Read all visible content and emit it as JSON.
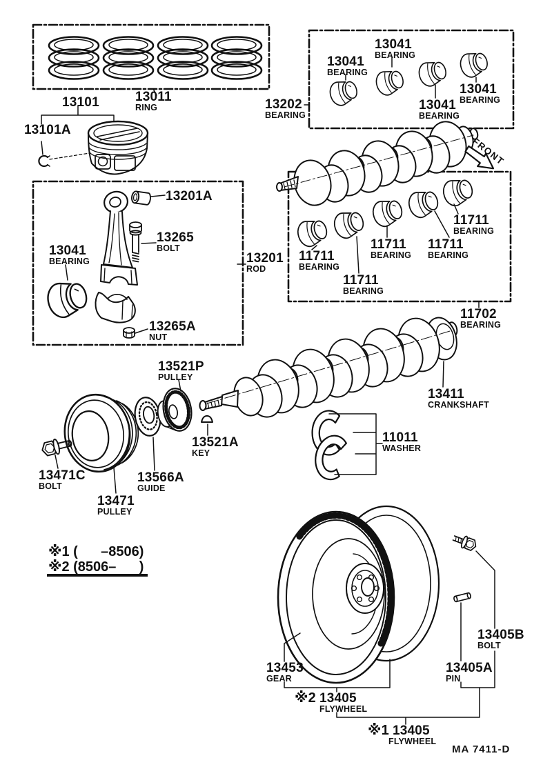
{
  "diagram": {
    "front_marker": "FRONT",
    "footer_code": "MA  7411-D",
    "legend": {
      "line1": "※1 (      –8506)",
      "line2": "※2 (8506–      )"
    },
    "labels": [
      {
        "part": "13101",
        "caption": ""
      },
      {
        "part": "13011",
        "caption": "RING"
      },
      {
        "part": "13101A",
        "caption": ""
      },
      {
        "part": "13202",
        "caption": "BEARING"
      },
      {
        "part": "13041",
        "caption": "BEARING"
      },
      {
        "part": "13041",
        "caption": "BEARING"
      },
      {
        "part": "13041",
        "caption": "BEARING"
      },
      {
        "part": "13041",
        "caption": "BEARING"
      },
      {
        "part": "11711",
        "caption": "BEARING"
      },
      {
        "part": "11711",
        "caption": "BEARING"
      },
      {
        "part": "11711",
        "caption": "BEARING"
      },
      {
        "part": "11711",
        "caption": "BEARING"
      },
      {
        "part": "11711",
        "caption": "BEARING"
      },
      {
        "part": "11702",
        "caption": "BEARING"
      },
      {
        "part": "13201A",
        "caption": ""
      },
      {
        "part": "13265",
        "caption": "BOLT"
      },
      {
        "part": "13041",
        "caption": "BEARING"
      },
      {
        "part": "13265A",
        "caption": "NUT"
      },
      {
        "part": "13201",
        "caption": "ROD"
      },
      {
        "part": "13521P",
        "caption": "PULLEY"
      },
      {
        "part": "13521A",
        "caption": "KEY"
      },
      {
        "part": "13566A",
        "caption": "GUIDE"
      },
      {
        "part": "13471",
        "caption": "PULLEY"
      },
      {
        "part": "13471C",
        "caption": "BOLT"
      },
      {
        "part": "13411",
        "caption": "CRANKSHAFT"
      },
      {
        "part": "11011",
        "caption": "WASHER"
      },
      {
        "part": "13453",
        "caption": "GEAR"
      },
      {
        "part": "13405",
        "caption": "FLYWHEEL",
        "prefix": "※2"
      },
      {
        "part": "13405A",
        "caption": "PIN"
      },
      {
        "part": "13405B",
        "caption": "BOLT"
      },
      {
        "part": "13405",
        "caption": "FLYWHEEL",
        "prefix": "※1"
      }
    ]
  }
}
